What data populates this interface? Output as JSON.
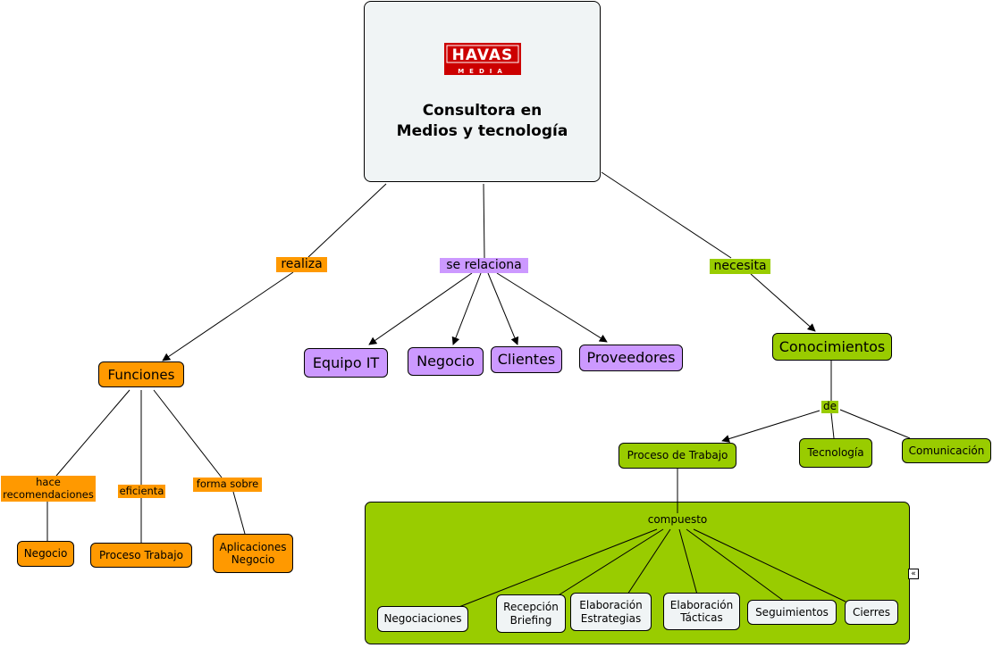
{
  "root": {
    "logo_text": "HAVAS",
    "logo_subtext": "MEDIA",
    "title_line1": "Consultora en",
    "title_line2": "Medios y tecnología"
  },
  "links": {
    "realiza": "realiza",
    "se_relaciona": "se relaciona",
    "necesita": "necesita",
    "hace_recomendaciones_1": "hace",
    "hace_recomendaciones_2": "recomendaciones",
    "eficienta": "eficienta",
    "forma_sobre": "forma sobre",
    "de": "de",
    "compuesto": "compuesto"
  },
  "nodes": {
    "funciones": "Funciones",
    "negocio_left": "Negocio",
    "proceso_trabajo": "Proceso Trabajo",
    "aplicaciones_1": "Aplicaciones",
    "aplicaciones_2": "Negocio",
    "equipo_it": "Equipo IT",
    "negocio_mid": "Negocio",
    "clientes": "Clientes",
    "proveedores": "Proveedores",
    "conocimientos": "Conocimientos",
    "proceso_de_trabajo": "Proceso de Trabajo",
    "tecnologia": "Tecnología",
    "comunicacion": "Comunicación",
    "negociaciones": "Negociaciones",
    "recepcion_1": "Recepción",
    "recepcion_2": "Briefing",
    "elab_estrategias_1": "Elaboración",
    "elab_estrategias_2": "Estrategias",
    "elab_tacticas_1": "Elaboración",
    "elab_tacticas_2": "Tácticas",
    "seguimientos": "Seguimientos",
    "cierres": "Cierres"
  },
  "collapse_icon": "«",
  "colors": {
    "orange": "#ff9900",
    "purple": "#cc99ff",
    "green": "#99cc00",
    "light": "#f0f4f5",
    "logo_red": "#cc0000"
  }
}
